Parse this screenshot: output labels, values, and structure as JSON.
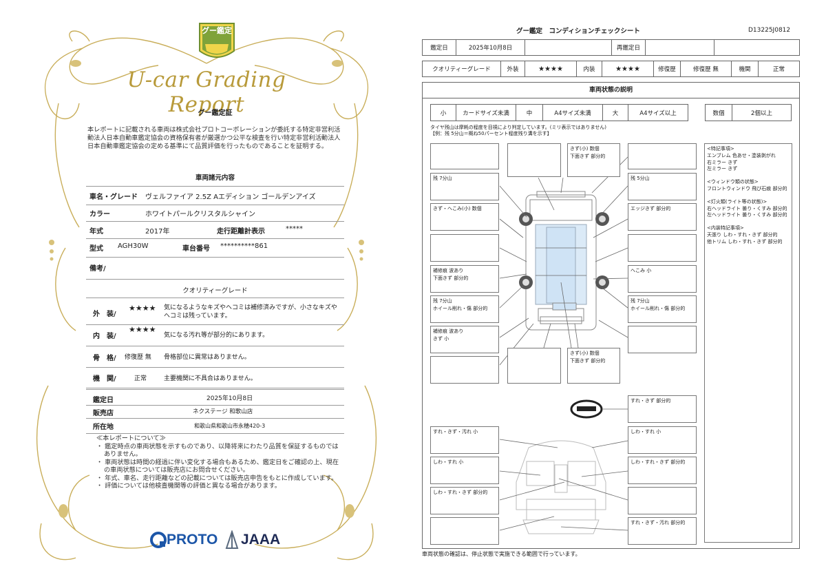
{
  "certificate": {
    "badge_text": "グー鑑定",
    "title": "U-car Grading Report",
    "heading": "グー鑑定証",
    "intro": "本レポートに記載される車両は株式会社プロトコーポレーションが委託する特定非営利活動法人日本自動車鑑定協会の資格保有者が厳選かつ公平な検査を行い特定非営利活動法人日本自動車鑑定協会の定める基準にて品質評価を行ったものであることを証明する。",
    "spec_heading": "車両諸元内容",
    "spec": {
      "name_label": "車名・グレード",
      "name_value": "ヴェルファイア 2.5Z Aエディション ゴールデンアイズ",
      "color_label": "カラー",
      "color_value": "ホワイトパールクリスタルシャイン",
      "year_label": "年式",
      "year_value": "2017年",
      "mileage_label": "走行距離計表示",
      "mileage_value": "*****",
      "model_label": "型式",
      "model_value": "AGH30W",
      "chassis_label": "車台番号",
      "chassis_value": "**********861",
      "remarks_label": "備考/"
    },
    "quality_heading": "クオリティーグレード",
    "grades": [
      {
        "label": "外　装/",
        "rating": "★★★★",
        "comment": "気になるようなキズやヘコミは補修済みですが、小さなキズやヘコミは残っています。"
      },
      {
        "label": "内　装/",
        "rating": "★★★★",
        "comment": "気になる汚れ等が部分的にあります。"
      },
      {
        "label": "骨　格/",
        "rating": "修復歴 無",
        "comment": "骨格部位に異常はありません。"
      },
      {
        "label": "機　関/",
        "rating": "正常",
        "comment": "主要機関に不具合はありません。"
      }
    ],
    "appraisal_date_label": "鑑定日",
    "appraisal_date": "2025年10月8日",
    "store_label": "販売店",
    "store": "ネクステージ 和歌山店",
    "address_label": "所在地",
    "address": "和歌山県和歌山市永穂420-3",
    "notes_title": "≪本レポートについて≫",
    "notes": [
      "・ 鑑定時点の車両状態を示すものであり、以降将来にわたり品質を保証するものではありません。",
      "・ 車両状態は時間の経過に伴い変化する場合もあるため、鑑定日をご確認の上、現在の車両状態については販売店にお問合せください。",
      "・ 年式、車名、走行距離などの記載については販売店申告をもとに作成しています。",
      "・ 評価については他検査機関等の評価と異なる場合があります。"
    ],
    "logo_proto": "PROTO",
    "logo_jaaa": "JAAA"
  },
  "sheet": {
    "title": "グー鑑定　コンディションチェックシート",
    "doc_id": "D13225J0812",
    "date_label": "鑑定日",
    "date_value": "2025年10月8日",
    "reappraisal_label": "再鑑定日",
    "quality_label": "クオリティーグレード",
    "exterior_label": "外装",
    "exterior_value": "★★★★",
    "interior_label": "内装",
    "interior_value": "★★★★",
    "repair_label": "修復歴",
    "repair_value": "修復歴 無",
    "engine_label": "機関",
    "engine_value": "正常",
    "condition_heading": "車両状態の説明",
    "legend": {
      "small": "小",
      "small_desc": "カードサイズ未満",
      "medium": "中",
      "medium_desc": "A4サイズ未満",
      "large": "大",
      "large_desc": "A4サイズ以上",
      "count": "数個",
      "count_desc": "2個以上"
    },
    "tire_note1": "タイヤ残山は摩耗の程度を目視により判定しています。(ミリ表示ではありません)",
    "tire_note2": "【例：残 5分山＝概ね50パーセント程度残り溝を示す】",
    "boxes": {
      "top_center": [
        "きず(小) 数個",
        "下面きず 部分的"
      ],
      "l_tire_front": [
        "残 7分山"
      ],
      "r_tire_front": [
        "残 5分山"
      ],
      "l_dent": [
        "きず・へこみ(小) 数個"
      ],
      "r_edge": [
        "エッジきず 部分的"
      ],
      "l_repair": [
        "補修痕 波あり",
        "下面きず 部分的"
      ],
      "r_dent": [
        "へこみ 小"
      ],
      "l_tire_rear": [
        "残 7分山",
        "ホイール削れ・傷 部分的"
      ],
      "r_tire_rear": [
        "残 7分山",
        "ホイール削れ・傷 部分的"
      ],
      "l_repair2": [
        "補修痕 波あり",
        "きず 小"
      ],
      "bottom_center": [
        "きず(小) 数個",
        "下面きず 部分的"
      ],
      "steering": [
        "すれ・きず 部分的"
      ],
      "int_l1": [
        "すれ・きず・汚れ 小"
      ],
      "int_r1": [
        "しわ・すれ 小"
      ],
      "int_l2": [
        "しわ・すれ 小"
      ],
      "int_r2": [
        "しわ・すれ・きず 部分的"
      ],
      "int_l3": [
        "しわ・すれ・きず 部分的"
      ],
      "int_r4": [
        "すれ・きず・汚れ 部分的"
      ]
    },
    "remarks": [
      {
        "title": "<特記事項>",
        "lines": [
          "エンブレム 色あせ・塗装剥がれ",
          "右ミラー きず",
          "左ミラー きず"
        ]
      },
      {
        "title": "<ウィンドウ類の状態>",
        "lines": [
          "フロントウィンドウ 飛び石痕 部分的"
        ]
      },
      {
        "title": "<灯火類(ライト等の状態)>",
        "lines": [
          "右ヘッドライト 曇り・くすみ 部分的",
          "左ヘッドライト 曇り・くすみ 部分的"
        ]
      },
      {
        "title": "<内装特記事項>",
        "lines": [
          "天張り しわ・すれ・きず 部分的",
          "他トリム しわ・すれ・きず 部分的"
        ]
      }
    ],
    "footer_note": "車両状態の確認は、停止状態で実施できる範囲で行っています。"
  },
  "colors": {
    "gold": "#b89a3a",
    "gold_light": "#e6cf7a",
    "badge_green": "#6f8f2e",
    "proto_blue": "#1c56a8"
  }
}
